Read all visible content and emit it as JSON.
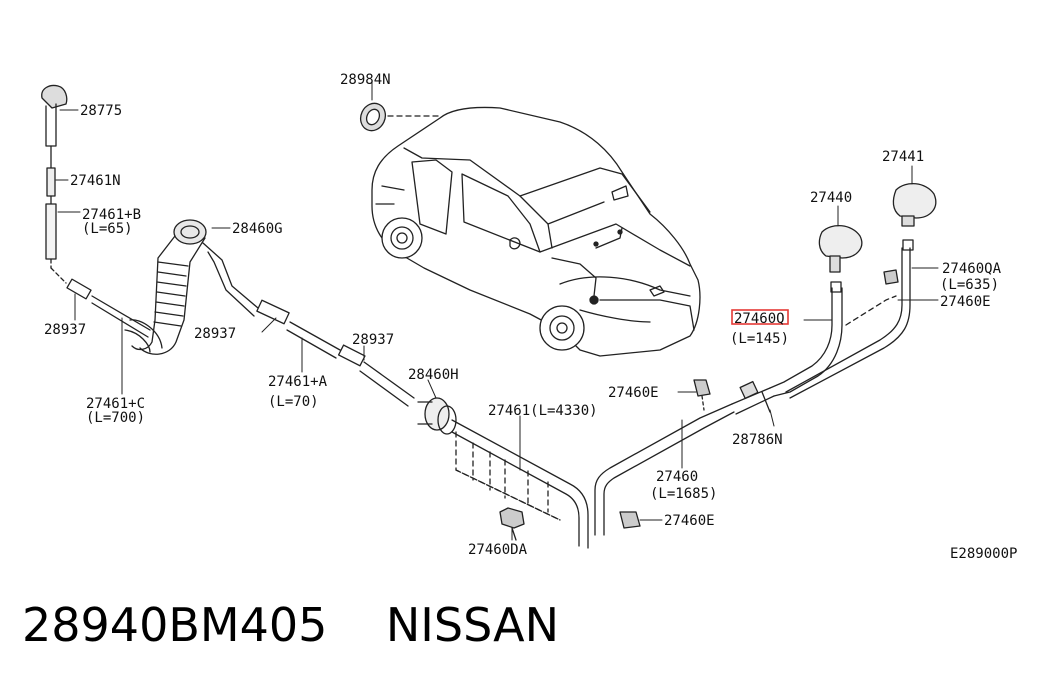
{
  "diagram": {
    "labels": {
      "l28775": "28775",
      "l27461N": "27461N",
      "l27461B": "27461+B",
      "l27461B_len": "(L=65)",
      "l28460G": "28460G",
      "l28937_a": "28937",
      "l28937_b": "28937",
      "l28937_c": "28937",
      "l27461C": "27461+C",
      "l27461C_len": "(L=700)",
      "l27461A": "27461+A",
      "l27461A_len": "(L=70)",
      "l28984N": "28984N",
      "l28460H": "28460H",
      "l27461_4330": "27461(L=4330)",
      "l27460DA": "27460DA",
      "l27460E_a": "27460E",
      "l27460_1685": "27460",
      "l27460_1685_len": "(L=1685)",
      "l27460E_b": "27460E",
      "l27440": "27440",
      "l27441": "27441",
      "l27460QA": "27460QA",
      "l27460QA_len": "(L=635)",
      "l27460E_c": "27460E",
      "l27460Q": "27460Q",
      "l27460Q_len": "(L=145)",
      "l28786N": "28786N",
      "figure_code": "E289000P"
    },
    "highlight_color": "#e53935"
  },
  "caption": {
    "part_number": "28940BM405",
    "brand": "NISSAN"
  }
}
